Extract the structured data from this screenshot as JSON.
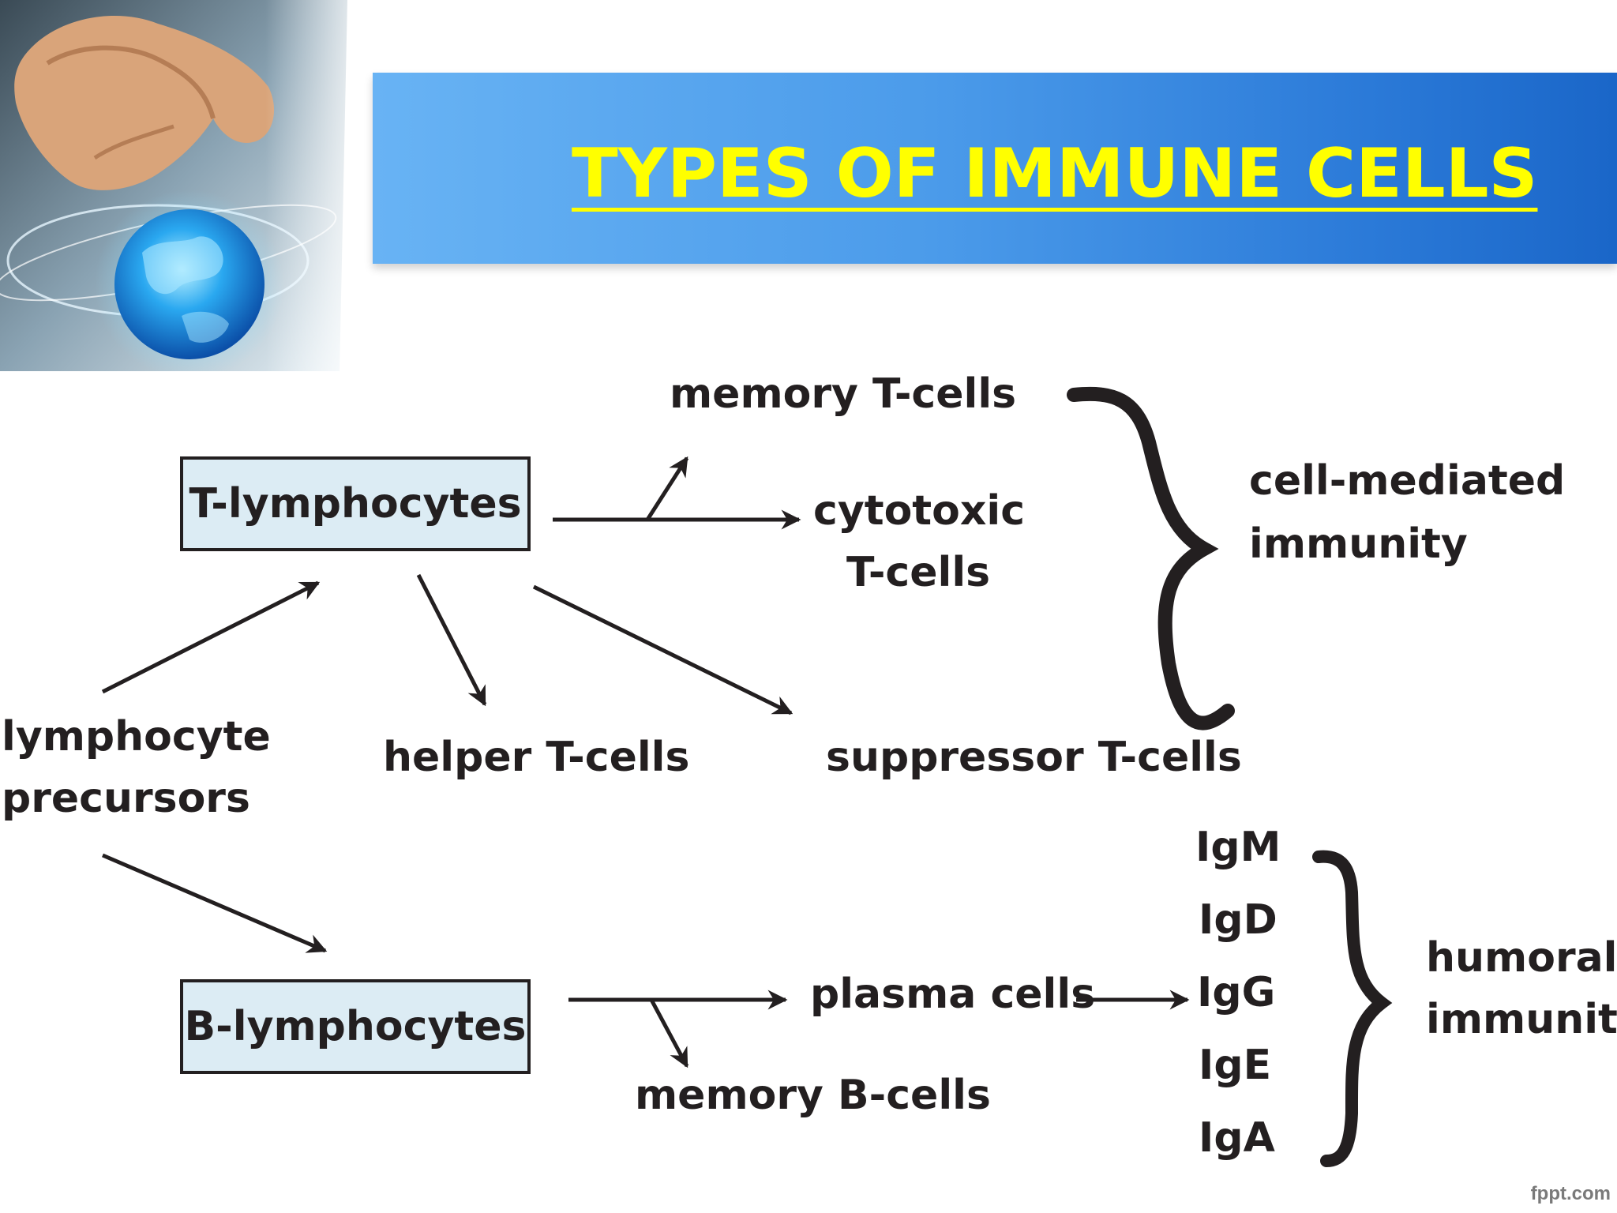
{
  "slide": {
    "title": "TYPES OF IMMUNE CELLS",
    "footer": "fppt.com"
  },
  "colors": {
    "title": "#ffff00",
    "banner": "#4b9bea",
    "box_fill": "#dcecf4",
    "ink": "#231f20"
  },
  "diagram": {
    "source": {
      "line1": "lymphocyte",
      "line2": "precursors"
    },
    "t_box": "T-lymphocytes",
    "b_box": "B-lymphocytes",
    "t_outputs": {
      "memory": "memory T-cells",
      "cytotoxic_line1": "cytotoxic",
      "cytotoxic_line2": "T-cells",
      "helper": "helper T-cells",
      "suppressor": "suppressor T-cells"
    },
    "b_outputs": {
      "plasma": "plasma cells",
      "memory": "memory B-cells"
    },
    "antibodies": [
      "IgM",
      "IgD",
      "IgG",
      "IgE",
      "IgA"
    ],
    "groups": {
      "cell_mediated": {
        "line1": "cell-mediated",
        "line2": "immunity"
      },
      "humoral": {
        "line1": "humoral",
        "line2": "immunity"
      }
    }
  }
}
